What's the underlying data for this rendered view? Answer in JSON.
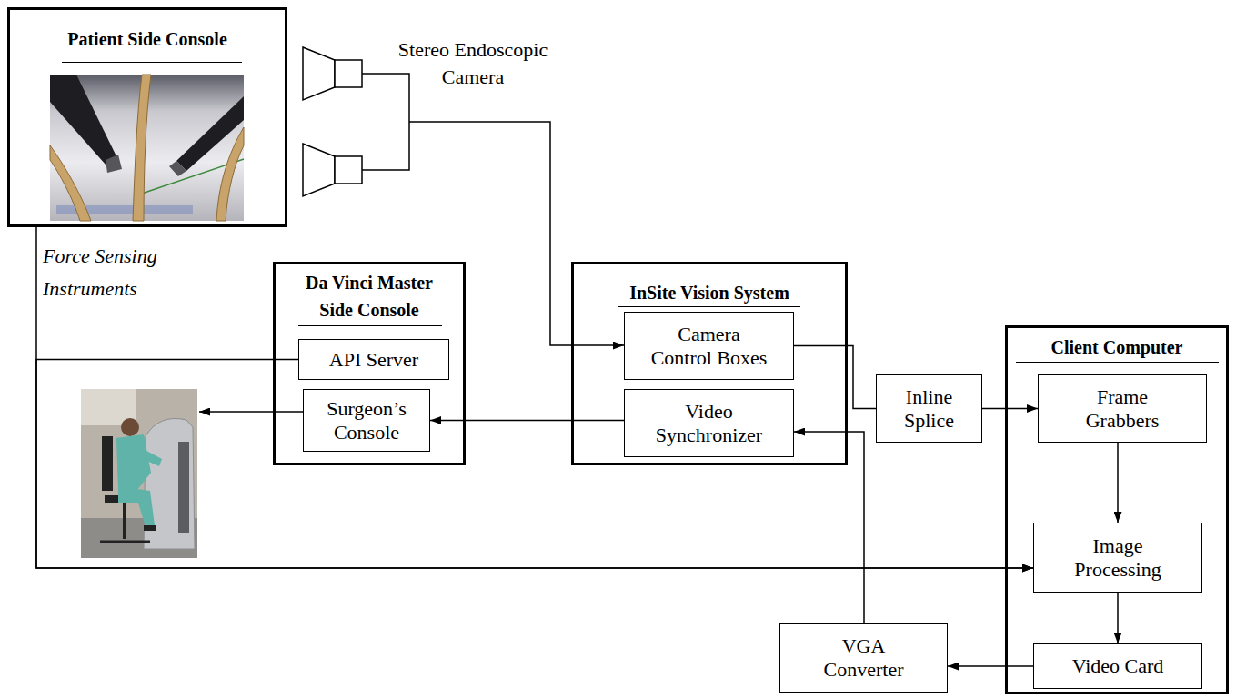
{
  "diagram": {
    "nodes": [
      {
        "text": [
          "Patient Side Console"
        ]
      },
      {
        "text": [
          "Da Vinci Master Side Console"
        ]
      },
      {
        "text": [
          "API Server"
        ],
        "in": 1
      },
      {
        "text": [
          "Surgeon’s Console"
        ],
        "in": 1
      },
      {
        "text": [
          "InSite Vision System"
        ]
      },
      {
        "text": [
          "Camera Control Boxes"
        ],
        "in": 4
      },
      {
        "text": [
          "Video Synchronizer"
        ],
        "in": 4
      },
      {
        "text": [
          "Inline Splice"
        ]
      },
      {
        "text": [
          "Client Computer"
        ]
      },
      {
        "text": [
          "Frame Grabbers"
        ],
        "in": 8
      },
      {
        "text": [
          "Image Processing"
        ],
        "in": 8
      },
      {
        "text": [
          "Video Card"
        ],
        "in": 8
      },
      {
        "text": [
          "VGA Converter"
        ]
      }
    ],
    "edges": [
      {
        "from": 0,
        "to": 10,
        "arrow": "to"
      },
      {
        "from": 2,
        "to": 10,
        "arrow": "to"
      },
      {
        "from": 6,
        "to": 3,
        "arrow": "to"
      },
      {
        "from": 5,
        "to": 7,
        "arrow": "none"
      },
      {
        "from": 7,
        "to": 9,
        "arrow": "to"
      },
      {
        "from": 9,
        "to": 10,
        "arrow": "to"
      },
      {
        "from": 10,
        "to": 11,
        "arrow": "to"
      },
      {
        "from": 11,
        "to": 12,
        "arrow": "to"
      },
      {
        "from": 12,
        "to": 6,
        "arrow": "to"
      }
    ],
    "labels": [
      "Stereo Endoscopic Camera",
      "Force Sensing Instruments"
    ]
  }
}
